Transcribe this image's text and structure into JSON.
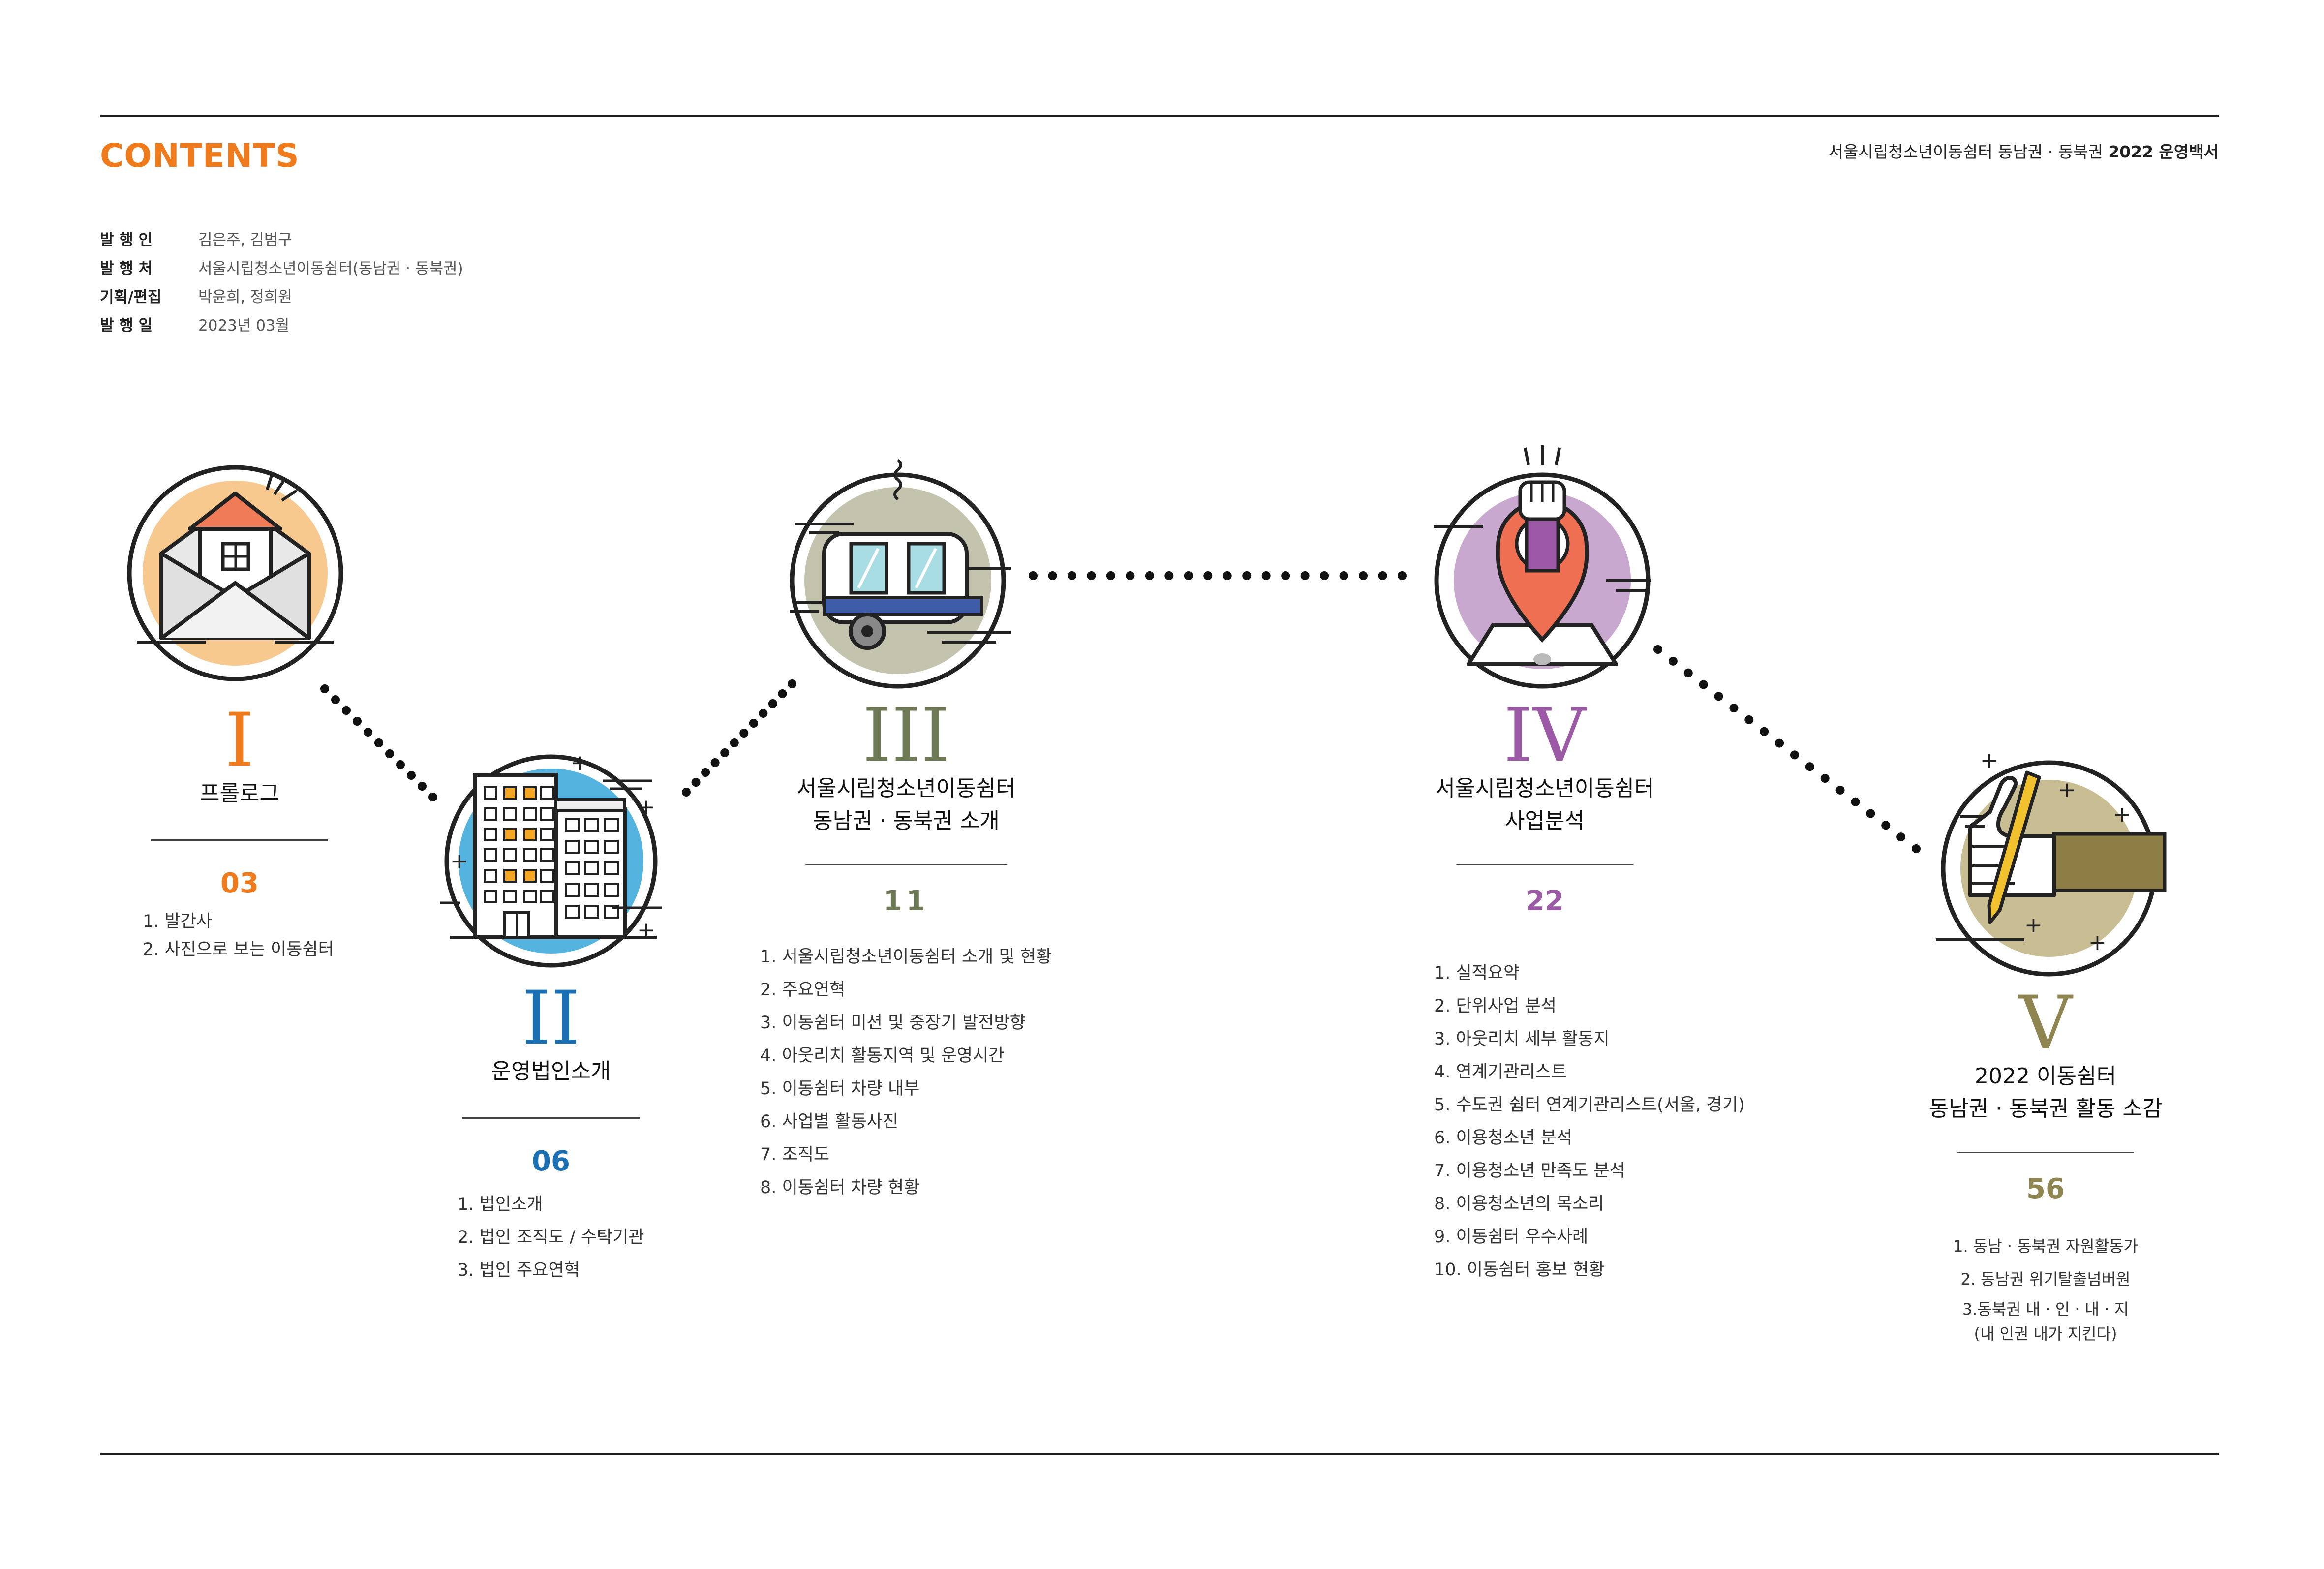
{
  "header": {
    "contents_label": "CONTENTS",
    "doc_title_prefix": "서울시립청소년이동쉼터 동남권 · 동북권 ",
    "doc_title_bold": "2022 운영백서"
  },
  "colophon": [
    {
      "key": "발 행 인",
      "value": "김은주, 김범구"
    },
    {
      "key": "발 행 처",
      "value": "서울시립청소년이동쉼터(동남권 · 동북권)"
    },
    {
      "key": "기획/편집",
      "value": "박윤희, 정희원"
    },
    {
      "key": "발 행 일",
      "value": "2023년 03월"
    }
  ],
  "colors": {
    "orange": "#f07b1c",
    "blue": "#1b6fb3",
    "olive": "#6d7a55",
    "purple": "#9b59a6",
    "gold": "#8f8550"
  },
  "icons": [
    "envelope-house-icon",
    "building-icon",
    "train-icon",
    "map-pin-hand-icon",
    "thumbs-up-pencil-icon"
  ],
  "sections": [
    {
      "numeral": "I",
      "title_lines": [
        "프롤로그"
      ],
      "page": "03",
      "items": [
        "1. 발간사",
        "2. 사진으로 보는 이동쉼터"
      ]
    },
    {
      "numeral": "II",
      "title_lines": [
        "운영법인소개"
      ],
      "page": "06",
      "items": [
        "1. 법인소개",
        "2. 법인 조직도 / 수탁기관",
        "3. 법인 주요연혁"
      ]
    },
    {
      "numeral": "III",
      "title_lines": [
        "서울시립청소년이동쉼터",
        "동남권 · 동북권 소개"
      ],
      "page": "11",
      "items": [
        "1. 서울시립청소년이동쉼터 소개 및 현황",
        "2. 주요연혁",
        "3. 이동쉼터 미션 및 중장기 발전방향",
        "4. 아웃리치 활동지역 및 운영시간",
        "5. 이동쉼터 차량 내부",
        "6. 사업별 활동사진",
        "7. 조직도",
        "8. 이동쉼터 차량 현황"
      ]
    },
    {
      "numeral": "IV",
      "title_lines": [
        "서울시립청소년이동쉼터",
        "사업분석"
      ],
      "page": "22",
      "items": [
        "1. 실적요약",
        "2. 단위사업 분석",
        "3. 아웃리치 세부 활동지",
        "4. 연계기관리스트",
        "5. 수도권 쉼터 연계기관리스트(서울, 경기)",
        "6. 이용청소년 분석",
        "7. 이용청소년 만족도 분석",
        "8. 이용청소년의 목소리",
        "9. 이동쉼터 우수사례",
        "10. 이동쉼터 홍보 현황"
      ]
    },
    {
      "numeral": "V",
      "title_lines": [
        "2022 이동쉼터",
        "동남권 · 동북권 활동 소감"
      ],
      "page": "56",
      "items": [
        "1. 동남 · 동북권 자원활동가",
        "2. 동남권 위기탈출넘버원",
        "3.동북권 내 · 인 · 내 · 지",
        "(내 인권 내가 지킨다)"
      ]
    }
  ]
}
